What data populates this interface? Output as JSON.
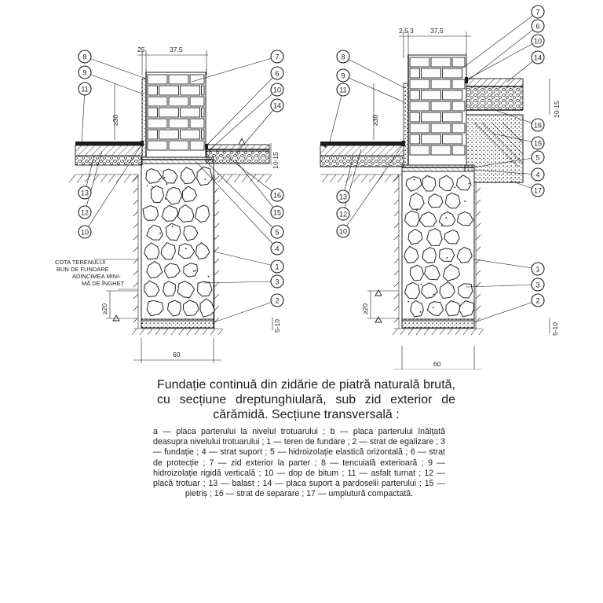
{
  "figure": {
    "callouts_left": [
      "8",
      "9",
      "11",
      "7",
      "6",
      "10",
      "14",
      "13",
      "12",
      "10",
      "16",
      "15",
      "5",
      "4",
      "1",
      "3",
      "2"
    ],
    "callouts_right": [
      "7",
      "6",
      "10",
      "14",
      "8",
      "9",
      "11",
      "16",
      "15",
      "5",
      "4",
      "17",
      "13",
      "12",
      "10",
      "1",
      "3",
      "2"
    ],
    "dims_left": {
      "top_a": "25",
      "top_b": "37,5",
      "height_30": "≥30",
      "layer_thickness": "10-15",
      "depth_20": "≥20",
      "bottom_thickness": "5-10",
      "width": "60"
    },
    "dims_right": {
      "top_a": "2,5",
      "top_b": "3",
      "top_c": "37,5",
      "height_30": "≥30",
      "layer_thickness": "10-15",
      "depth_20": "≥20",
      "bottom_thickness": "5-10",
      "width": "60"
    },
    "ground_note": [
      "COTA TERENULUI",
      "BUN DE FUNDARE",
      "ADINCIMEA MINI-",
      "MĂ DE ÎNGHEȚ"
    ]
  },
  "caption": {
    "title": "Fundație continuă din zidărie de piatră naturală brută, cu secțiune dreptunghiulară, sub zid exterior de cărămidă. Secțiune transversală :",
    "legend": "a — placa parterului la nivelul trotuarului ; b — placa parterului înălțată deasupra nivelului trotuarului ; 1 — teren de fundare ; 2 — strat de egalizare ; 3 — fundație ; 4 — strat suport ; 5 — hidroizolație elastică orizontală ; 6 — strat de protecție ; 7 — zid exterior la parter ; 8 — tencuială exterioară ; 9 — hidroizolație rigidă verticală ; 10 — dop de bitum ; 11 — asfalt turnat ; 12 — placă trotuar ; 13 — balast ; 14 — placa suport a pardoselii parterului ; 15 — pietriș ; 16 — strat de separare ; 17 — umplutură compactată."
  }
}
